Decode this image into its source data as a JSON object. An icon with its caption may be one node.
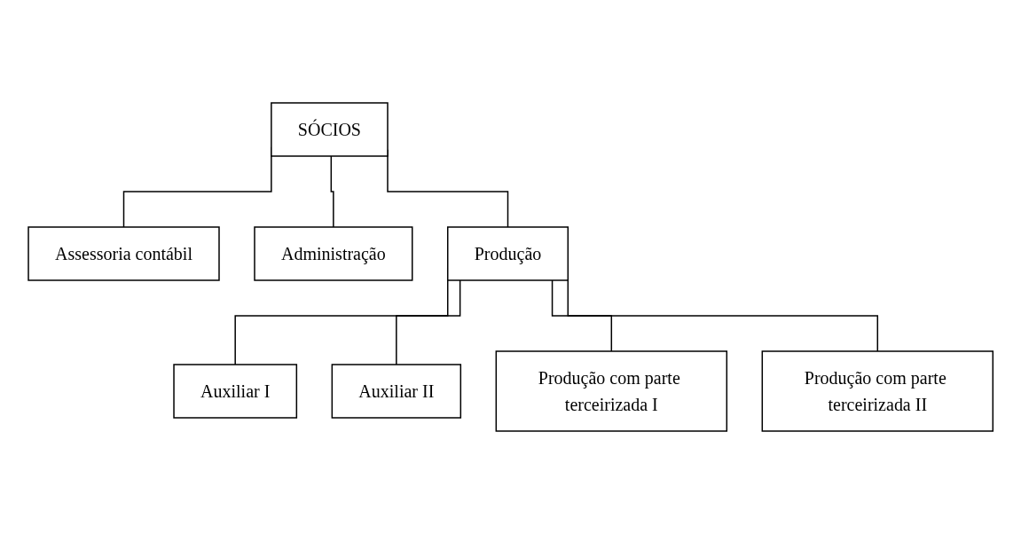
{
  "diagram": {
    "nodes": [
      {
        "text": [
          "SÓCIOS"
        ]
      },
      {
        "text": [
          "Assessoria contábil"
        ]
      },
      {
        "text": [
          "Administração"
        ]
      },
      {
        "text": [
          "Produção"
        ]
      },
      {
        "text": [
          "Auxiliar I"
        ]
      },
      {
        "text": [
          "Auxiliar II"
        ]
      },
      {
        "text": [
          "Produção com parte terceirizada I"
        ]
      },
      {
        "text": [
          "Produção com parte terceirizada II"
        ]
      }
    ],
    "edges": [
      {
        "from": 0,
        "to": 1,
        "arrow": "none"
      },
      {
        "from": 0,
        "to": 2,
        "arrow": "none"
      },
      {
        "from": 0,
        "to": 3,
        "arrow": "none"
      },
      {
        "from": 3,
        "to": 4,
        "arrow": "none"
      },
      {
        "from": 3,
        "to": 5,
        "arrow": "none"
      },
      {
        "from": 3,
        "to": 6,
        "arrow": "none"
      },
      {
        "from": 3,
        "to": 7,
        "arrow": "none"
      }
    ]
  }
}
